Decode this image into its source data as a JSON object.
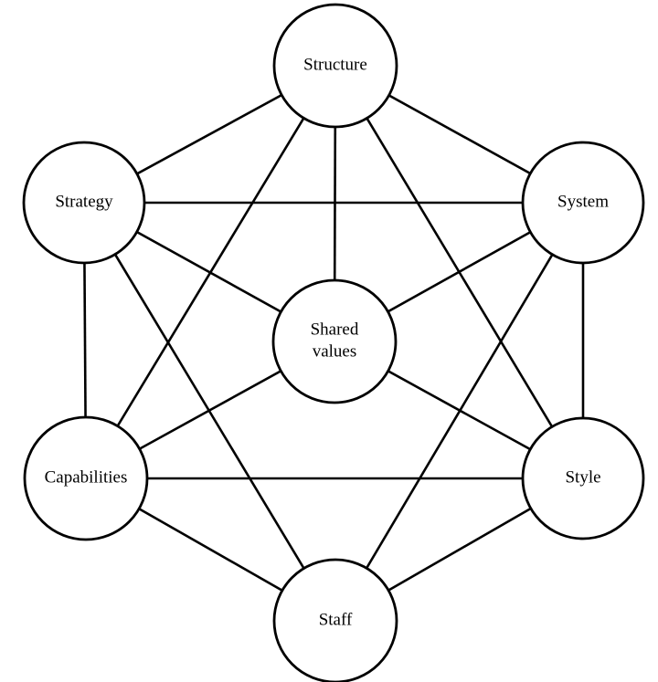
{
  "diagram": {
    "nodes": [
      {
        "id": "structure",
        "lines": [
          "Structure"
        ]
      },
      {
        "id": "strategy",
        "lines": [
          "Strategy"
        ]
      },
      {
        "id": "system",
        "lines": [
          "System"
        ]
      },
      {
        "id": "shared-values",
        "lines": [
          "Shared",
          "values"
        ]
      },
      {
        "id": "capabilities",
        "lines": [
          "Capabilities"
        ]
      },
      {
        "id": "style",
        "lines": [
          "Style"
        ]
      },
      {
        "id": "staff",
        "lines": [
          "Staff"
        ]
      }
    ],
    "edges": [
      [
        "structure",
        "strategy"
      ],
      [
        "structure",
        "system"
      ],
      [
        "structure",
        "shared-values"
      ],
      [
        "structure",
        "capabilities"
      ],
      [
        "structure",
        "style"
      ],
      [
        "strategy",
        "system"
      ],
      [
        "strategy",
        "shared-values"
      ],
      [
        "strategy",
        "capabilities"
      ],
      [
        "strategy",
        "staff"
      ],
      [
        "system",
        "shared-values"
      ],
      [
        "system",
        "style"
      ],
      [
        "system",
        "staff"
      ],
      [
        "shared-values",
        "capabilities"
      ],
      [
        "shared-values",
        "style"
      ],
      [
        "capabilities",
        "style"
      ],
      [
        "capabilities",
        "staff"
      ],
      [
        "style",
        "staff"
      ]
    ]
  }
}
